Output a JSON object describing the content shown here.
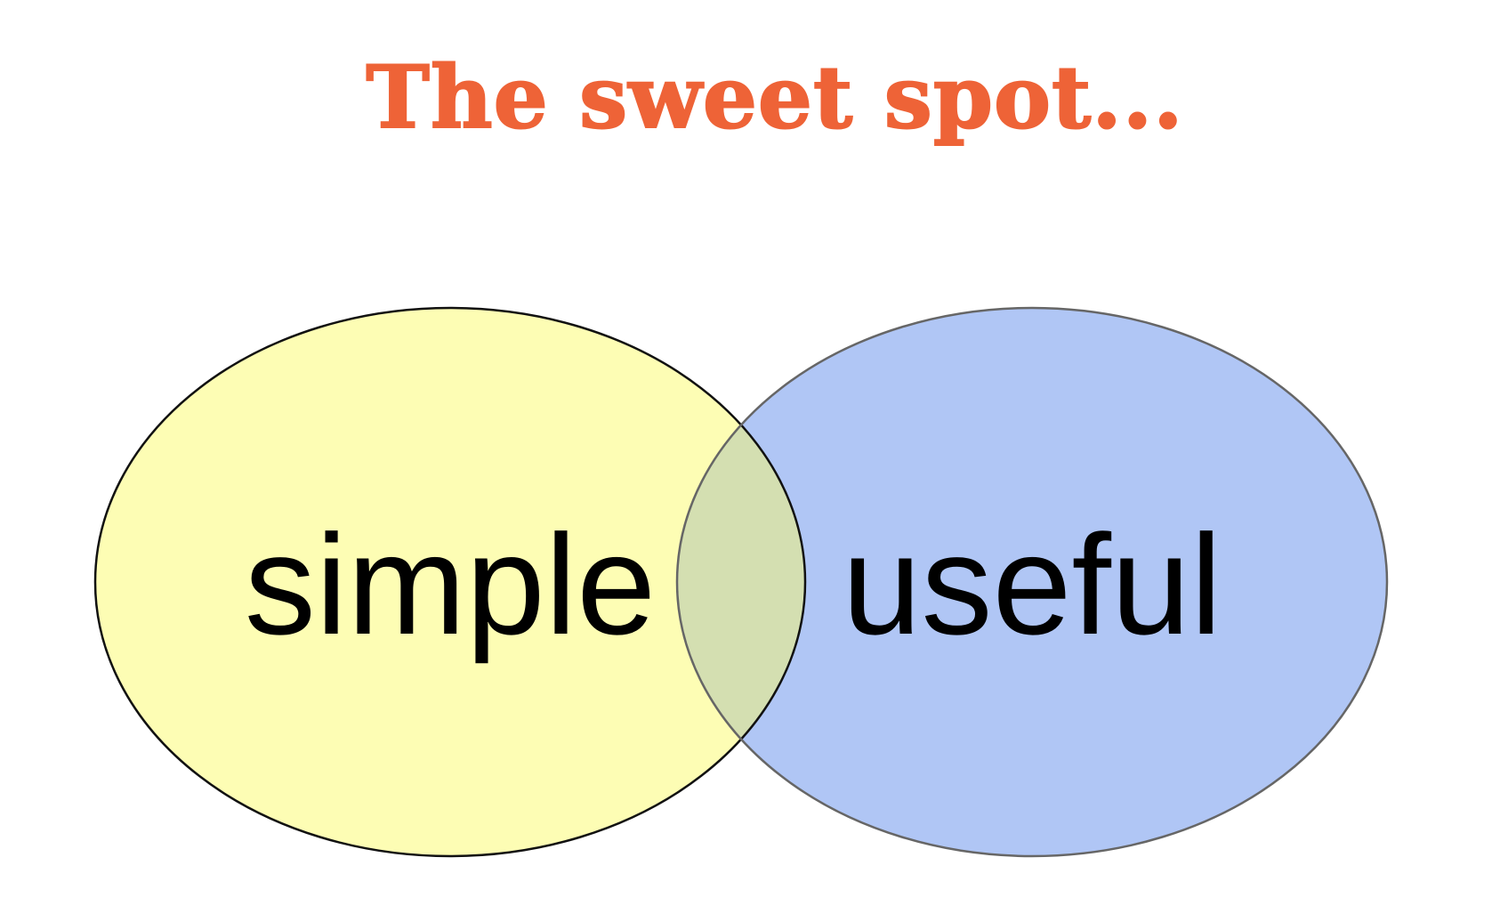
{
  "title": {
    "text": "The sweet spot...",
    "color": "#ee6337"
  },
  "venn": {
    "sets": [
      {
        "label": "simple",
        "fill": "#fdfdb4",
        "stroke": "#111111"
      },
      {
        "label": "useful",
        "fill": "#b0c6f5",
        "stroke": "#666666"
      }
    ],
    "overlap_fill": "#d4dfb1"
  }
}
